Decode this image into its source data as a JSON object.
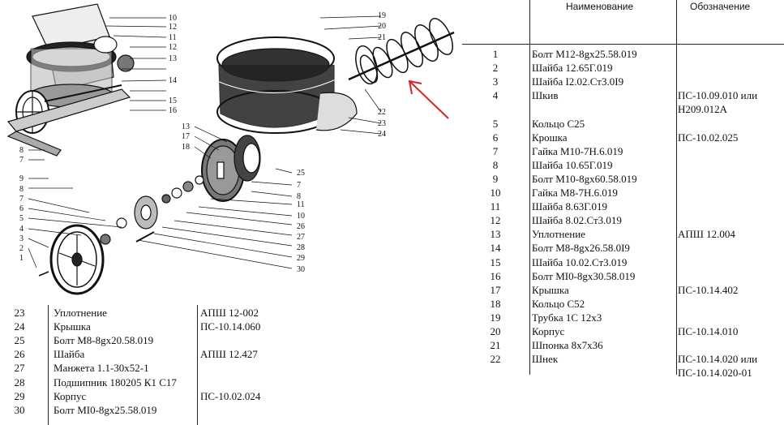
{
  "header": {
    "name_col": "Наименование",
    "designation_col": "Обозначение"
  },
  "right_table": {
    "rows": [
      {
        "num": "1",
        "name": "Болт М12-8gх25.58.019",
        "des": ""
      },
      {
        "num": "2",
        "name": "Шайба 12.65Г.019",
        "des": ""
      },
      {
        "num": "3",
        "name": "Шайба I2.02.Ст3.0I9",
        "des": ""
      },
      {
        "num": "4",
        "name": "Шкив",
        "des": "ПС-10.09.010 или"
      },
      {
        "num": "",
        "name": "",
        "des": "Н209.012А"
      },
      {
        "num": "5",
        "name": "Кольцо С25",
        "des": ""
      },
      {
        "num": "6",
        "name": "Крошка",
        "des": "ПС-10.02.025"
      },
      {
        "num": "7",
        "name": "Гайка М10-7Н.6.019",
        "des": ""
      },
      {
        "num": "8",
        "name": "Шайба 10.65Г.019",
        "des": ""
      },
      {
        "num": "9",
        "name": "Болт М10-8gх60.58.019",
        "des": ""
      },
      {
        "num": "10",
        "name": "Гайка М8-7Н.6.019",
        "des": ""
      },
      {
        "num": "11",
        "name": "Шайба 8.63Г.019",
        "des": ""
      },
      {
        "num": "12",
        "name": "Шайба 8.02.Ст3.019",
        "des": ""
      },
      {
        "num": "13",
        "name": "Уплотнение",
        "des": "АПШ 12.004"
      },
      {
        "num": "14",
        "name": "Болт М8-8gх26.58.0I9",
        "des": ""
      },
      {
        "num": "15",
        "name": "Шайба 10.02.Ст3.019",
        "des": ""
      },
      {
        "num": "16",
        "name": "Болт МI0-8gх30.58.019",
        "des": ""
      },
      {
        "num": "17",
        "name": "Крышка",
        "des": "ПС-10.14.402"
      },
      {
        "num": "18",
        "name": "Кольцо С52",
        "des": ""
      },
      {
        "num": "19",
        "name": "Трубка 1С 12х3",
        "des": ""
      },
      {
        "num": "20",
        "name": "Корпус",
        "des": "ПС-10.14.010"
      },
      {
        "num": "21",
        "name": "Шпонка 8х7х36",
        "des": ""
      },
      {
        "num": "22",
        "name": "Шнек",
        "des": "ПС-10.14.020 или"
      },
      {
        "num": "",
        "name": "",
        "des": "ПС-10.14.020-01"
      }
    ]
  },
  "bottom_table": {
    "rows": [
      {
        "num": "23",
        "name": "Уплотнение",
        "des": "АПШ 12-002"
      },
      {
        "num": "24",
        "name": "Крышка",
        "des": "ПС-10.14.060"
      },
      {
        "num": "25",
        "name": "Болт М8-8gх20.58.019",
        "des": ""
      },
      {
        "num": "26",
        "name": "Шайба",
        "des": "АПШ 12.427"
      },
      {
        "num": "27",
        "name": "Манжета 1.1-30х52-1",
        "des": ""
      },
      {
        "num": "28",
        "name": "Подшипник 180205 К1 С17",
        "des": ""
      },
      {
        "num": "29",
        "name": "Корпус",
        "des": "ПС-10.02.024"
      },
      {
        "num": "30",
        "name": "Болт МI0-8gх25.58.019",
        "des": ""
      }
    ]
  },
  "diagram_labels": {
    "top_right": [
      "10",
      "12",
      "11",
      "12",
      "13",
      "14",
      "15",
      "16"
    ],
    "left": [
      "8",
      "7",
      "9",
      "8",
      "7",
      "6",
      "5",
      "4",
      "3",
      "2",
      "1"
    ],
    "housing": [
      "19",
      "20",
      "21",
      "22",
      "23",
      "24"
    ],
    "center_left": [
      "13",
      "17",
      "18"
    ],
    "right_col": [
      "25",
      "7",
      "8",
      "11",
      "10",
      "26",
      "27",
      "28",
      "29",
      "30"
    ]
  },
  "colors": {
    "arrow": "#e02020",
    "ink": "#111111"
  }
}
